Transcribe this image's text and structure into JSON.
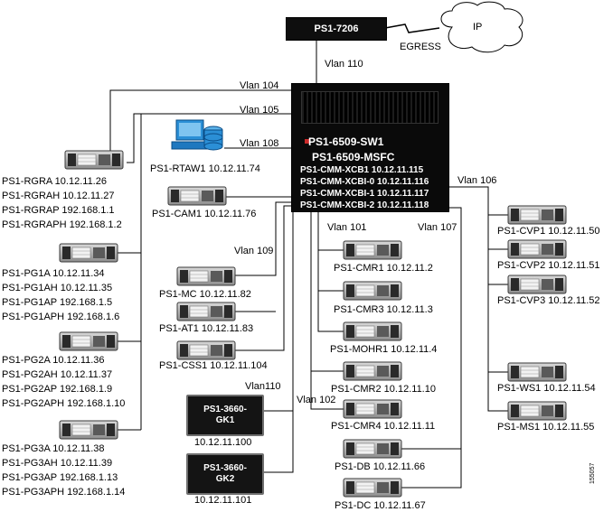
{
  "router": {
    "name": "PS1-7206",
    "egress_label": "EGRESS",
    "cloud_label": "IP"
  },
  "switch": {
    "name": "PS1-6509-SW1",
    "msfc": "PS1-6509-MSFC",
    "modules": [
      "PS1-CMM-XCB1 10.12.11.115",
      "PS1-CMM-XCBI-0 10.12.11.116",
      "PS1-CMM-XCBI-1 10.12.11.117",
      "PS1-CMM-XCBI-2 10.12.11.118"
    ]
  },
  "vlans": {
    "v110_top": "Vlan 110",
    "v104": "Vlan 104",
    "v105": "Vlan 105",
    "v108": "Vlan 108",
    "v106": "Vlan 106",
    "v101": "Vlan 101",
    "v107": "Vlan 107",
    "v109": "Vlan 109",
    "v110_gk": "Vlan110",
    "v102": "Vlan 102"
  },
  "left_groups": [
    {
      "lines": [
        "PS1-RGRA 10.12.11.26",
        "PS1-RGRAH 10.12.11.27",
        "PS1-RGRAP 192.168.1.1",
        "PS1-RGRAPH 192.168.1.2"
      ]
    },
    {
      "lines": [
        "PS1-PG1A 10.12.11.34",
        "PS1-PG1AH 10.12.11.35",
        "PS1-PG1AP 192.168.1.5",
        "PS1-PG1APH 192.168.1.6"
      ]
    },
    {
      "lines": [
        "PS1-PG2A 10.12.11.36",
        "PS1-PG2AH 10.12.11.37",
        "PS1-PG2AP 192.168.1.9",
        "PS1-PG2APH 192.168.1.10"
      ]
    },
    {
      "lines": [
        "PS1-PG3A 10.12.11.38",
        "PS1-PG3AH 10.12.11.39",
        "PS1-PG3AP 192.168.1.13",
        "PS1-PG3APH 192.168.1.14"
      ]
    }
  ],
  "servers": {
    "rtaw1": "PS1-RTAW1 10.12.11.74",
    "cam1": "PS1-CAM1 10.12.11.76",
    "mc": "PS1-MC 10.12.11.82",
    "at1": "PS1-AT1 10.12.11.83",
    "css1": "PS1-CSS1 10.12.11.104",
    "cmr1": "PS1-CMR1 10.12.11.2",
    "cmr3": "PS1-CMR3 10.12.11.3",
    "mohr1": "PS1-MOHR1 10.12.11.4",
    "cmr2": "PS1-CMR2 10.12.11.10",
    "cmr4": "PS1-CMR4 10.12.11.11",
    "db": "PS1-DB 10.12.11.66",
    "dc": "PS1-DC 10.12.11.67",
    "cvp1": "PS1-CVP1 10.12.11.50",
    "cvp2": "PS1-CVP2 10.12.11.51",
    "cvp3": "PS1-CVP3 10.12.11.52",
    "ws1": "PS1-WS1 10.12.11.54",
    "ms1": "PS1-MS1 10.12.11.55"
  },
  "gatekeepers": [
    {
      "name": "PS1-3660-\nGK1",
      "line1": "PS1-3660-",
      "line2": "GK1",
      "ip": "10.12.11.100"
    },
    {
      "name": "PS1-3660-\nGK2",
      "line1": "PS1-3660-",
      "line2": "GK2",
      "ip": "10.12.11.101"
    }
  ],
  "figure_number": "155057"
}
